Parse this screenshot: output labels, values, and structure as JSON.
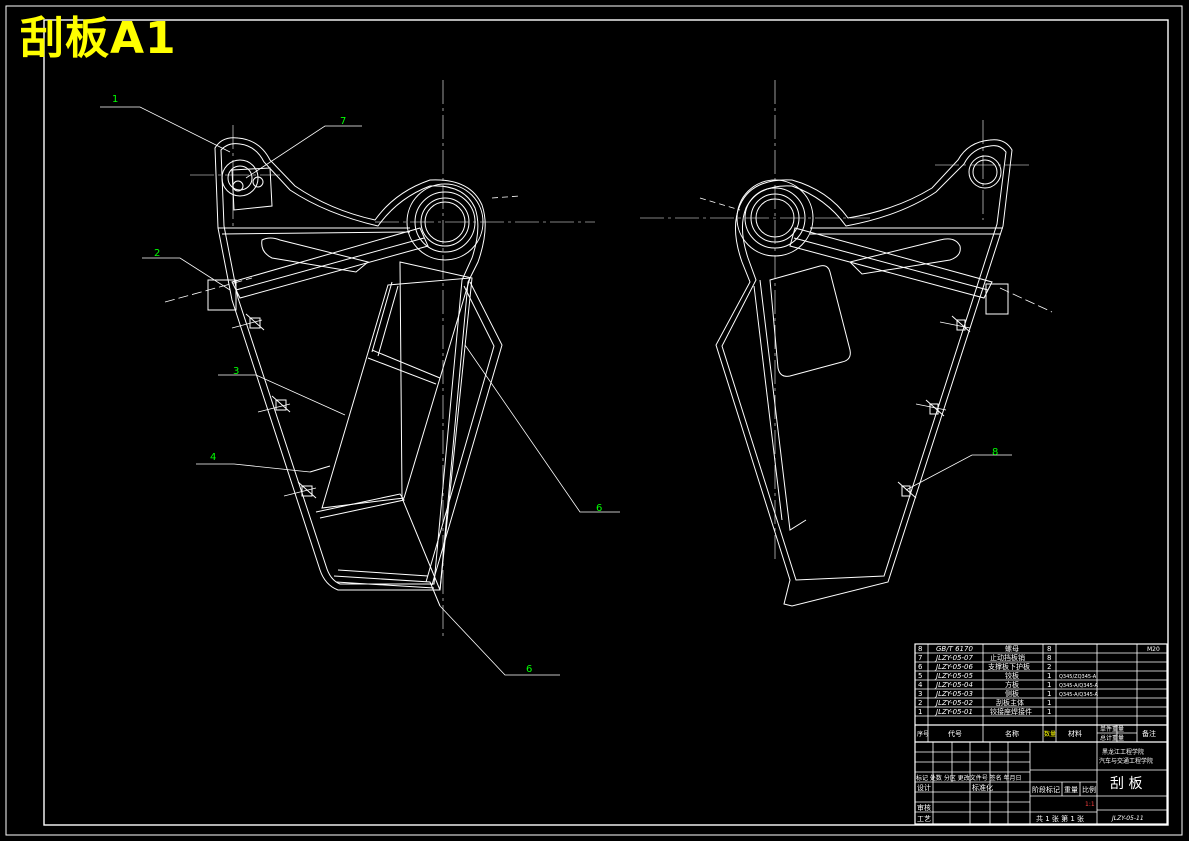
{
  "drawing": {
    "sheet_title": "刮板A1",
    "part_name": "刮 板",
    "drawing_number": "JLZY-05-11",
    "company_line1": "黑龙江工程学院",
    "company_line2": "汽车与交通工程学院",
    "scale_value": "1:1",
    "sheet_info": "共 1 张  第 1 张",
    "colors": {
      "line": "#ffffff",
      "leader": "#00ff00",
      "title": "#ffff00",
      "text": "#ffffff",
      "accent": "#ff0000"
    }
  },
  "balloons": [
    {
      "id": "b1",
      "label": "1"
    },
    {
      "id": "b7",
      "label": "7"
    },
    {
      "id": "b2",
      "label": "2"
    },
    {
      "id": "b3",
      "label": "3"
    },
    {
      "id": "b4",
      "label": "4"
    },
    {
      "id": "b6a",
      "label": "6"
    },
    {
      "id": "b6b",
      "label": "6"
    },
    {
      "id": "b8",
      "label": "8"
    }
  ],
  "bom": {
    "rows": [
      {
        "no": "8",
        "code": "GB/T 6170",
        "name": "螺母",
        "qty": "8",
        "material": "",
        "remark": "M20"
      },
      {
        "no": "7",
        "code": "JLZY-05-07",
        "name": "止动挡板销",
        "qty": "8",
        "material": "",
        "remark": ""
      },
      {
        "no": "6",
        "code": "JLZY-05-06",
        "name": "支撑板下护板",
        "qty": "2",
        "material": "",
        "remark": ""
      },
      {
        "no": "5",
        "code": "JLZY-05-05",
        "name": "铰板",
        "qty": "1",
        "material": "Q345/ZQ345-A",
        "remark": ""
      },
      {
        "no": "4",
        "code": "JLZY-05-04",
        "name": "方板",
        "qty": "1",
        "material": "Q345-A/Q345-A",
        "remark": ""
      },
      {
        "no": "3",
        "code": "JLZY-05-03",
        "name": "侧板",
        "qty": "1",
        "material": "Q345-A/Q345-A",
        "remark": ""
      },
      {
        "no": "2",
        "code": "JLZY-05-02",
        "name": "刮板主体",
        "qty": "1",
        "material": "",
        "remark": ""
      },
      {
        "no": "1",
        "code": "JLZY-05-01",
        "name": "铰接座焊接件",
        "qty": "1",
        "material": "",
        "remark": ""
      }
    ],
    "header": {
      "seq": "序号",
      "code": "代号",
      "name": "名称",
      "qty": "数量",
      "material": "材料",
      "unit_weight": "单件重量",
      "total_weight": "总计重量",
      "remark": "备注"
    }
  },
  "title_block": {
    "mark_row": "标记 处数 分区 更改文件号 签名 年月日",
    "design": "设计",
    "standardize": "标准化",
    "review": "审核",
    "process": "工艺",
    "stage_mark": "阶段标记",
    "weight": "重量",
    "scale": "比例"
  }
}
